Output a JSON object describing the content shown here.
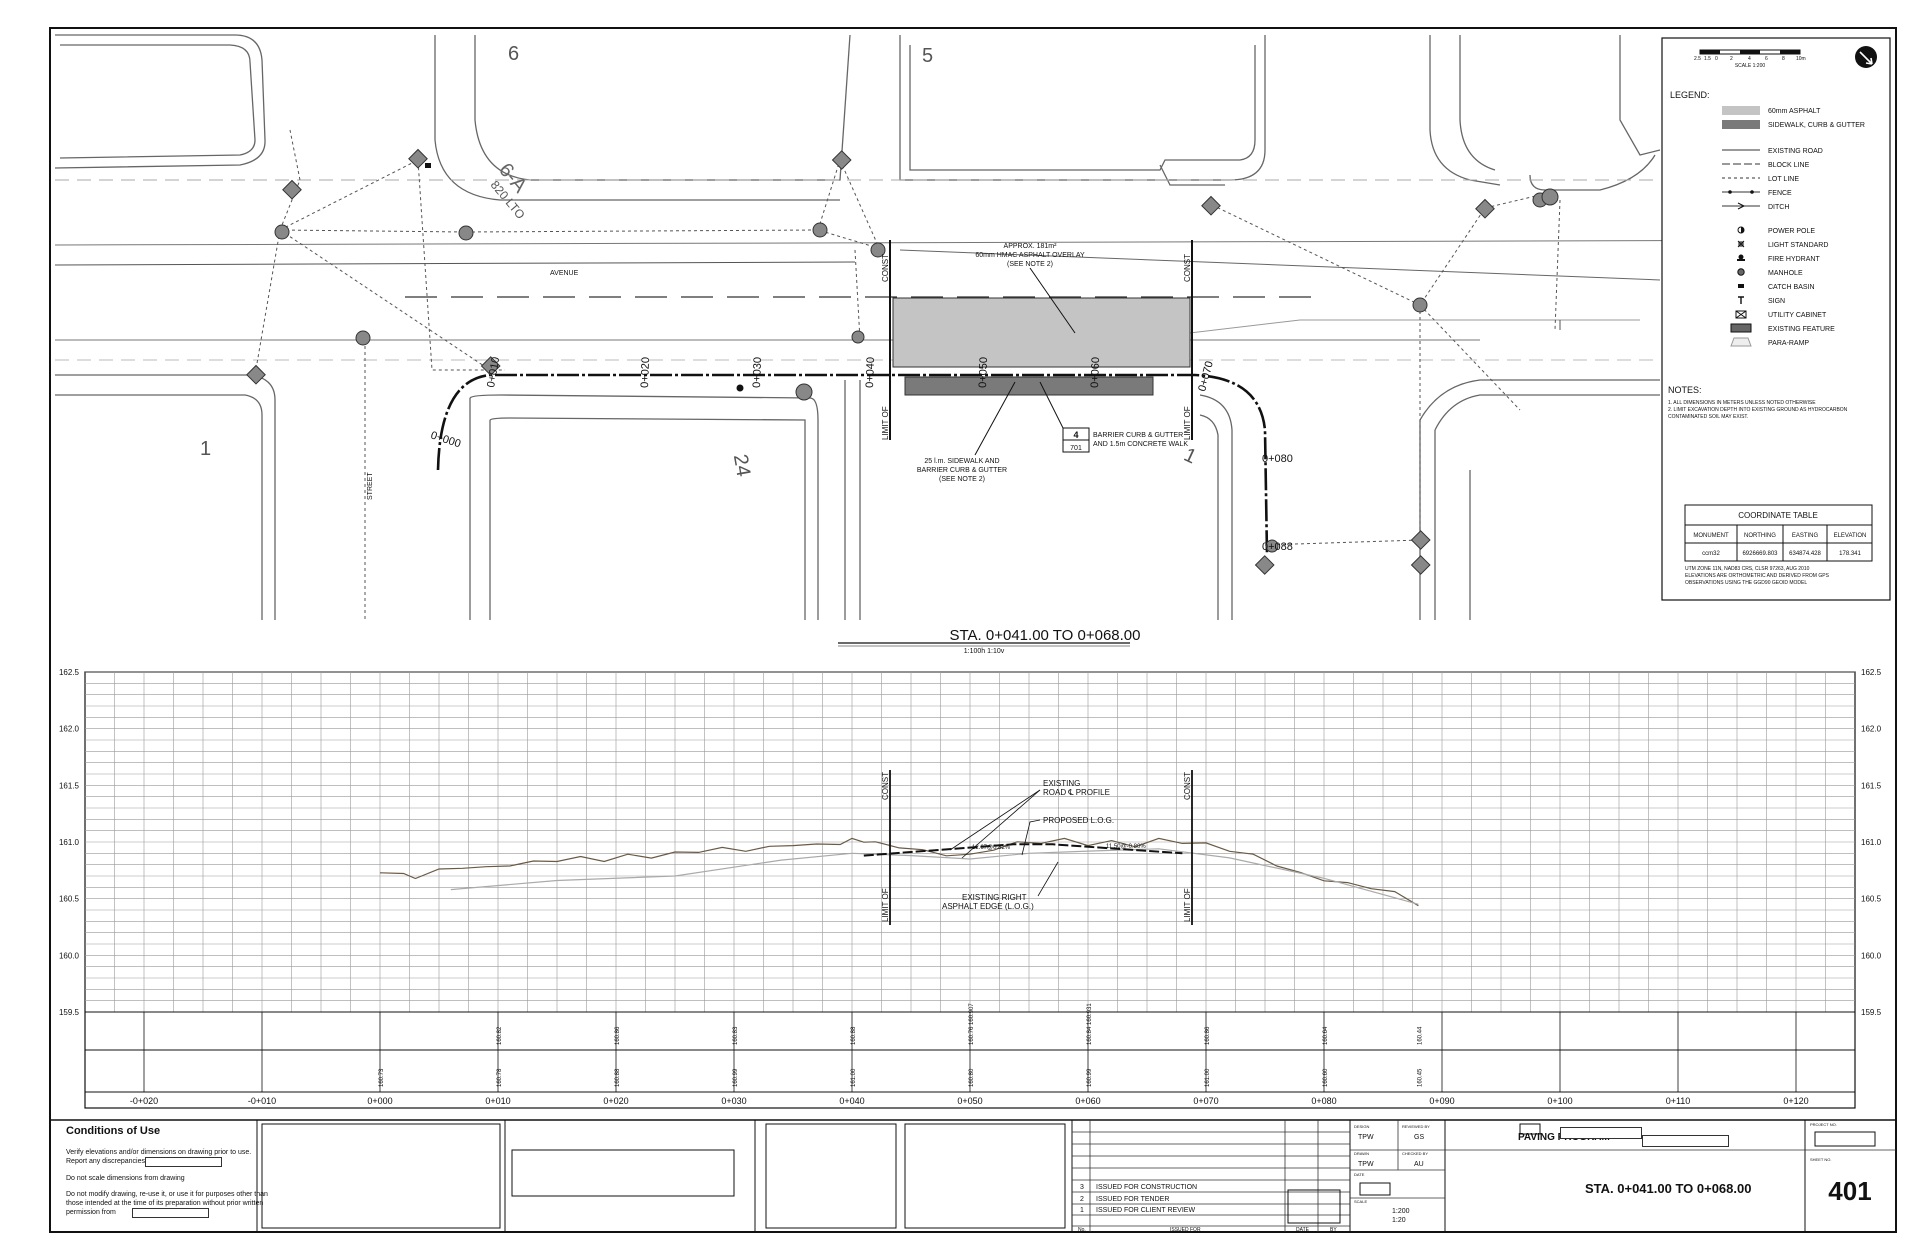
{
  "plan": {
    "lot_numbers": [
      "6",
      "5",
      "1",
      "24",
      "1"
    ],
    "lot_label": "820 LTO",
    "lot_id": "6-A",
    "street_label_h": "AVENUE",
    "street_label_v": "STREET",
    "station_labels": [
      "0+000",
      "0+010",
      "0+020",
      "0+030",
      "0+040",
      "0+050",
      "0+060",
      "0+070",
      "0+080",
      "0+088"
    ],
    "const_label": "CONST",
    "limit_of_label": "LIMIT OF",
    "asphalt_note": [
      "APPROX. 181m²",
      "60mm HMAC ASPHALT OVERLAY",
      "(SEE NOTE 2)"
    ],
    "sidewalk_note": [
      "25 l.m. SIDEWALK AND",
      "BARRIER CURB & GUTTER",
      "(SEE NOTE 2)"
    ],
    "detail_tag": {
      "top": "4",
      "bottom": "701",
      "text": [
        "BARRIER CURB & GUTTER",
        "AND 1.5m CONCRETE WALK"
      ]
    }
  },
  "legend": {
    "scale_text": "SCALE 1:200",
    "scale_ticks": [
      "2.5",
      "1.5",
      "0",
      "2",
      "4",
      "6",
      "8",
      "10m"
    ],
    "title": "LEGEND:",
    "fills": [
      {
        "label": "60mm ASPHALT",
        "color": "#c4c4c4"
      },
      {
        "label": "SIDEWALK, CURB & GUTTER",
        "color": "#7a7a7a"
      }
    ],
    "lines": [
      "EXISTING ROAD",
      "BLOCK LINE",
      "LOT LINE",
      "FENCE",
      "DITCH"
    ],
    "symbols": [
      "POWER POLE",
      "LIGHT STANDARD",
      "FIRE HYDRANT",
      "MANHOLE",
      "CATCH BASIN",
      "SIGN",
      "UTILITY CABINET",
      "EXISTING FEATURE",
      "PARA-RAMP"
    ],
    "notes_title": "NOTES:",
    "notes": [
      "1.   ALL DIMENSIONS IN METERS UNLESS NOTED OTHERWISE",
      "2.   LIMIT EXCAVATION DEPTH INTO EXISTING GROUND AS HYDROCARBON",
      "      CONTAMINATED SOIL MAY EXIST."
    ]
  },
  "coordinate_table": {
    "title": "COORDINATE TABLE",
    "headers": [
      "MONUMENT",
      "NORTHING",
      "EASTING",
      "ELEVATION"
    ],
    "rows": [
      [
        "ccm32",
        "6926669.803",
        "634874.428",
        "178.341"
      ]
    ],
    "footnote": [
      "UTM ZONE 11N, NAD83 CRS, CLSR 97263, AUG 2010",
      "ELEVATIONS ARE ORTHOMETRIC AND DERIVED FROM GPS",
      "OBSERVATIONS USING THE GGD90 GEOID MODEL"
    ]
  },
  "profile": {
    "title": "STA. 0+041.00 TO 0+068.00",
    "subtitle": "1:100h 1:10v",
    "y_ticks": [
      "162.5",
      "162.0",
      "161.5",
      "161.0",
      "160.5",
      "160.0",
      "159.5"
    ],
    "x_ticks": [
      "-0+020",
      "-0+010",
      "0+000",
      "0+010",
      "0+020",
      "0+030",
      "0+040",
      "0+050",
      "0+060",
      "0+070",
      "0+080",
      "0+090",
      "0+100",
      "0+110",
      "0+120"
    ],
    "labels": {
      "existing": [
        "EXISTING",
        "ROAD ℄ PROFILE"
      ],
      "proposed": "PROPOSED L.O.G.",
      "right_edge": [
        "EXISTING RIGHT",
        "ASPHALT EDGE (L.O.G.)"
      ],
      "grade1": "12.67@0.82%",
      "grade2": "11.50@-0.80%"
    },
    "elev_row1": [
      {
        "sta": "0+010",
        "v": "160.82"
      },
      {
        "sta": "0+020",
        "v": "160.86"
      },
      {
        "sta": "0+030",
        "v": "160.83"
      },
      {
        "sta": "0+040",
        "v": "160.88"
      },
      {
        "sta": "0+050",
        "v": "160.76 160.907"
      },
      {
        "sta": "0+060",
        "v": "160.84 160.931"
      },
      {
        "sta": "0+070",
        "v": "160.86"
      },
      {
        "sta": "0+080",
        "v": "160.64"
      },
      {
        "sta": "0+088",
        "v": "160.44"
      }
    ],
    "elev_row2": [
      {
        "sta": "0+000",
        "v": "160.73"
      },
      {
        "sta": "0+010",
        "v": "160.78"
      },
      {
        "sta": "0+020",
        "v": "160.88"
      },
      {
        "sta": "0+030",
        "v": "160.99"
      },
      {
        "sta": "0+040",
        "v": "161.00"
      },
      {
        "sta": "0+050",
        "v": "160.80"
      },
      {
        "sta": "0+060",
        "v": "160.99"
      },
      {
        "sta": "0+070",
        "v": "161.00"
      },
      {
        "sta": "0+080",
        "v": "160.60"
      },
      {
        "sta": "0+088",
        "v": "160.45"
      }
    ]
  },
  "conditions": {
    "title": "Conditions of Use",
    "lines": [
      "Verify elevations and/or dimensions on drawing prior to use.",
      "Report any discrepancies to",
      "Do not scale dimensions from drawing",
      "Do not modify drawing, re-use it, or use it for purposes other than those intended at the time of its preparation without prior written permission from"
    ]
  },
  "revisions": {
    "rows": [
      {
        "no": "3",
        "text": "ISSUED FOR CONSTRUCTION"
      },
      {
        "no": "2",
        "text": "ISSUED FOR TENDER"
      },
      {
        "no": "1",
        "text": "ISSUED FOR CLIENT REVIEW"
      }
    ],
    "footer": {
      "no": "No.",
      "issued": "ISSUED FOR",
      "date": "DATE",
      "by": "BY"
    }
  },
  "title_block": {
    "design_label": "DESIGN",
    "design": "TPW",
    "reviewed_label": "REVIEWED BY",
    "reviewed": "GS",
    "drawn_label": "DRAWN",
    "drawn": "TPW",
    "checked_label": "CHECKED BY",
    "checked": "AU",
    "date_label": "DATE",
    "scale_label": "SCALE",
    "scale": [
      "1:200",
      "1:20"
    ],
    "program": "PAVING PROGRAM -",
    "sheet_title": "STA. 0+041.00 TO 0+068.00",
    "project_label": "PROJECT NO.",
    "sheet_label": "SHEET NO.",
    "sheet_no": "401"
  }
}
